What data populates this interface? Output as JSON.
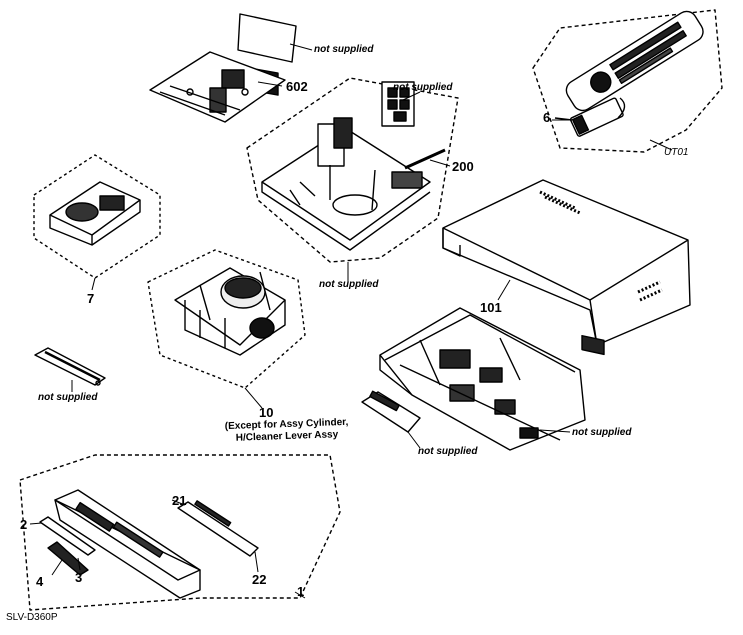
{
  "figure": {
    "model": "SLV-D360P",
    "labels": {
      "ns_top": "not supplied",
      "n602": "602",
      "ns_board": "not supplied",
      "n200": "200",
      "n6": "6",
      "ut01": "UT01",
      "n7": "7",
      "ns_center": "not supplied",
      "n101": "101",
      "ns_rail": "not supplied",
      "n10": "10",
      "n10_note1": "(Except for Assy Cylinder,",
      "n10_note2": "H/Cleaner Lever Assy",
      "ns_chassis": "not supplied",
      "ns_bracket": "not supplied",
      "n21": "21",
      "n2": "2",
      "n4": "4",
      "n3": "3",
      "n22": "22",
      "n1": "1"
    }
  }
}
